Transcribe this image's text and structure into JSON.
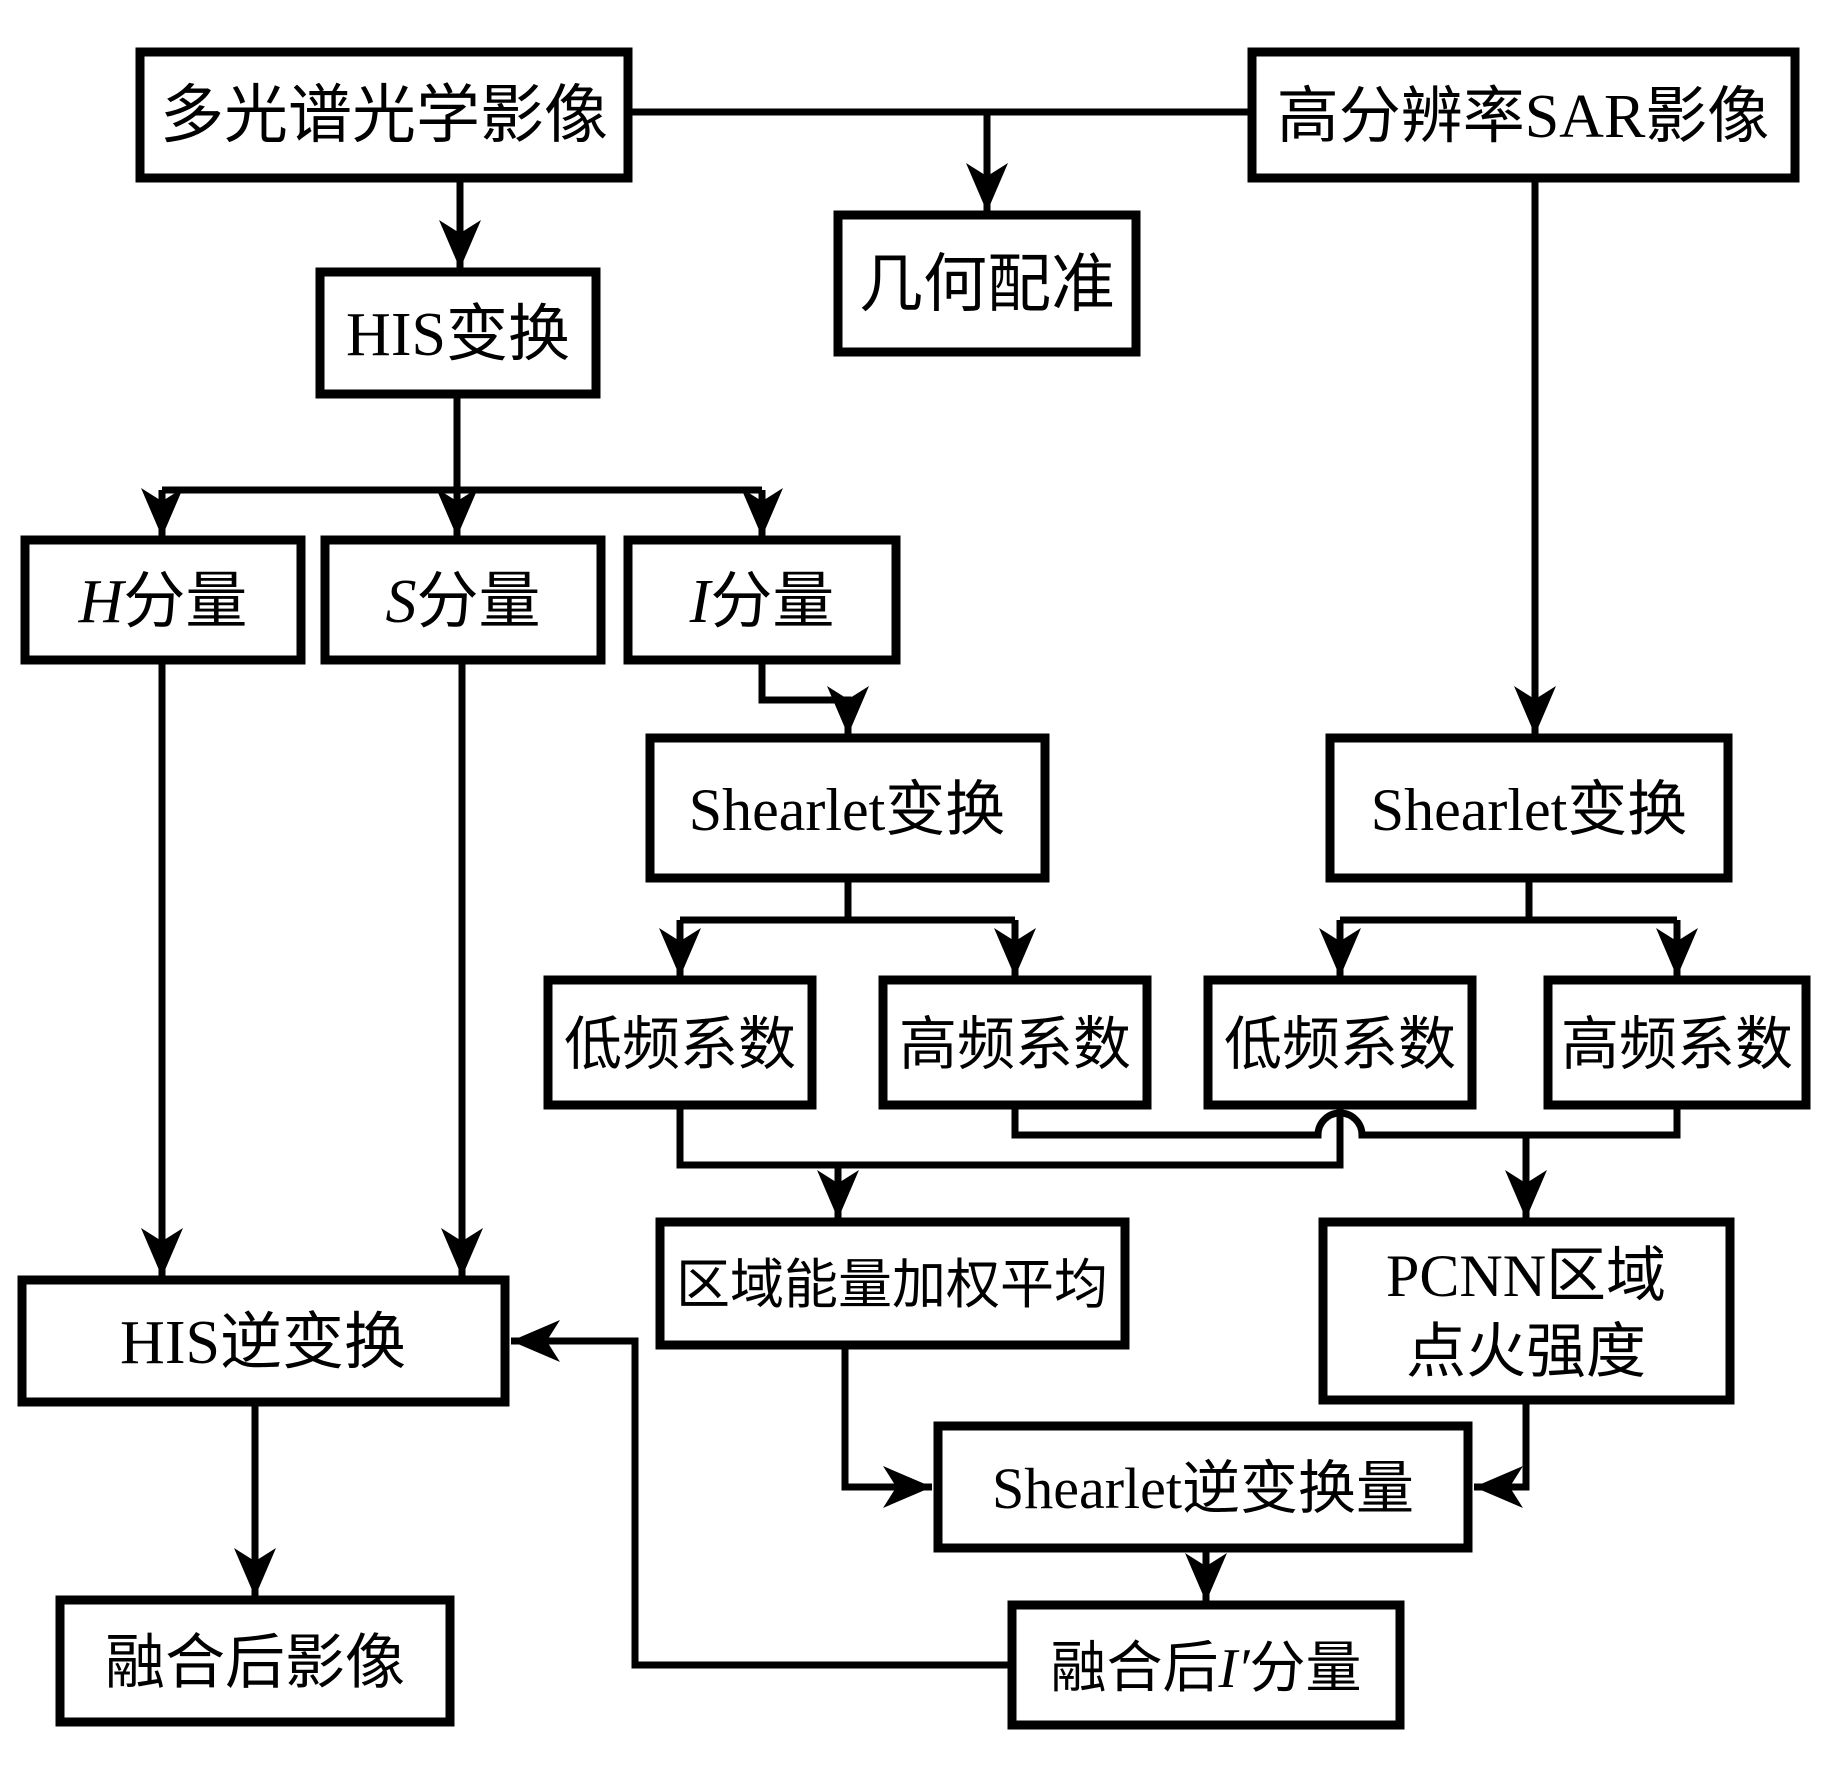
{
  "diagram": {
    "title": "SAR and multispectral optical image fusion flowchart",
    "colors": {
      "stroke": "#000000",
      "background": "#ffffff"
    },
    "nodes": {
      "multispectral": {
        "label": "多光谱光学影像"
      },
      "sar": {
        "label": "高分辨率SAR影像"
      },
      "geo_registration": {
        "label": "几何配准"
      },
      "his_transform": {
        "label": "HIS变换"
      },
      "h_component": {
        "letter": "H",
        "suffix": "分量"
      },
      "s_component": {
        "letter": "S",
        "suffix": "分量"
      },
      "i_component": {
        "letter": "I",
        "suffix": "分量"
      },
      "shearlet_optical": {
        "label": "Shearlet变换"
      },
      "shearlet_sar": {
        "label": "Shearlet变换"
      },
      "low_freq_optical": {
        "label": "低频系数"
      },
      "high_freq_optical": {
        "label": "高频系数"
      },
      "low_freq_sar": {
        "label": "低频系数"
      },
      "high_freq_sar": {
        "label": "高频系数"
      },
      "region_energy": {
        "label": "区域能量加权平均"
      },
      "pcnn": {
        "line1": "PCNN区域",
        "line2": "点火强度"
      },
      "his_inverse": {
        "label": "HIS逆变换"
      },
      "shearlet_inverse": {
        "label": "Shearlet逆变换量"
      },
      "fused_image": {
        "label": "融合后影像"
      },
      "fused_i": {
        "prefix": "融合后",
        "letter": "I′",
        "suffix": "分量"
      }
    }
  }
}
